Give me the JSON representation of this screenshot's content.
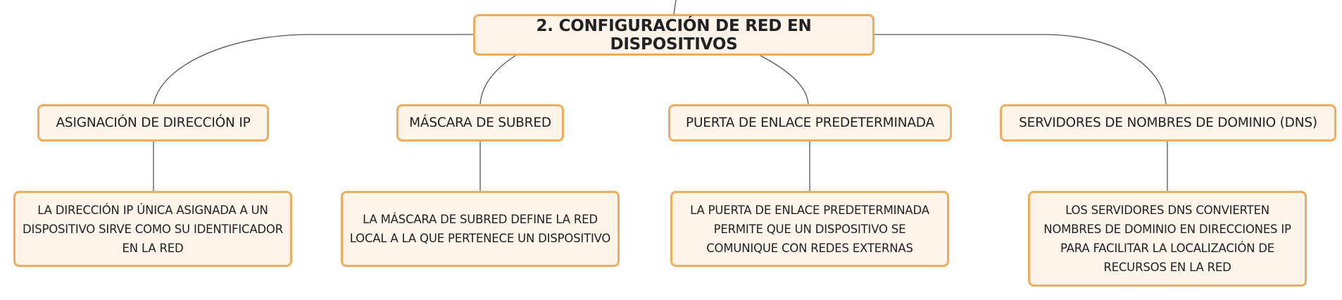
{
  "colors": {
    "node_fill": "#fdf4ea",
    "node_border": "#f0ac5a",
    "connector": "#555555",
    "text": "#222222"
  },
  "root": {
    "label": "2. CONFIGURACIÓN DE RED EN DISPOSITIVOS"
  },
  "branches": [
    {
      "label": "ASIGNACIÓN DE DIRECCIÓN IP",
      "detail": "LA DIRECCIÓN IP ÚNICA ASIGNADA A UN DISPOSITIVO SIRVE COMO SU IDENTIFICADOR EN LA RED"
    },
    {
      "label": "MÁSCARA DE SUBRED",
      "detail": "LA MÁSCARA DE SUBRED DEFINE LA RED LOCAL A LA QUE PERTENECE UN DISPOSITIVO"
    },
    {
      "label": "PUERTA DE ENLACE PREDETERMINADA",
      "detail": "LA PUERTA DE ENLACE PREDETERMINADA PERMITE QUE UN DISPOSITIVO SE COMUNIQUE CON REDES EXTERNAS"
    },
    {
      "label": "SERVIDORES DE NOMBRES DE DOMINIO (DNS)",
      "detail": "LOS SERVIDORES DNS CONVIERTEN NOMBRES DE DOMINIO EN DIRECCIONES IP PARA FACILITAR LA LOCALIZACIÓN DE RECURSOS EN LA RED"
    }
  ]
}
